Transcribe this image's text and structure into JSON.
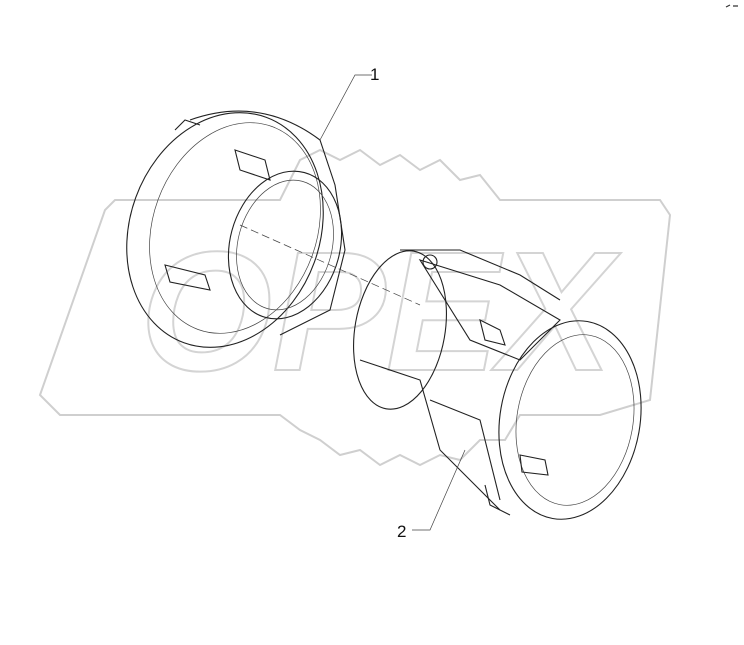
{
  "diagram": {
    "callouts": [
      {
        "number": "1"
      },
      {
        "number": "2"
      }
    ],
    "watermark": "OPEX",
    "colors": {
      "line": "#222222",
      "watermark": "#cfcfcf",
      "background": "#ffffff"
    }
  }
}
